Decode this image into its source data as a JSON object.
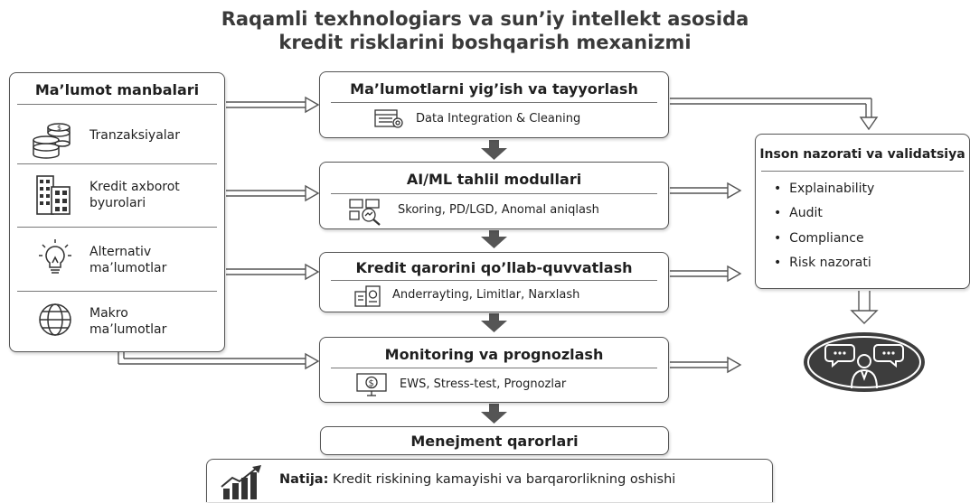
{
  "title": {
    "line1": "Raqamli texhnologiars va sun’iy intellekt asosida",
    "line2": "kredit risklarini boshqarish mexanizmi"
  },
  "sources": {
    "header": "Ma’lumot manbalari",
    "items": [
      {
        "label_1": "Tranzaksiyalar",
        "label_2": "",
        "icon": "coins-icon"
      },
      {
        "label_1": "Kredit axborot",
        "label_2": "byurolari",
        "icon": "buildings-icon"
      },
      {
        "label_1": "Alternativ",
        "label_2": "ma’lumotlar",
        "icon": "lightbulb-icon"
      },
      {
        "label_1": "Makro",
        "label_2": "ma’lumotlar",
        "icon": "globe-icon"
      }
    ]
  },
  "steps": [
    {
      "title": "Ma’lumotlarni yig’ish va tayyorlash",
      "detail": "Data Integration & Cleaning",
      "icon": "data-settings-icon"
    },
    {
      "title": "AI/ML tahlil modullari",
      "detail": "Skoring, PD/LGD, Anomal aniqlash",
      "icon": "analytics-search-icon"
    },
    {
      "title": "Kredit qarorini qo’llab-quvvatlash",
      "detail": "Anderrayting, Limitlar, Narxlash",
      "icon": "documents-icon"
    },
    {
      "title": "Monitoring va prognozlash",
      "detail": "EWS, Stress-test, Prognozlar",
      "icon": "monitor-dollar-icon"
    }
  ],
  "management": "Menejment qarorlari",
  "oversight": {
    "header": "Inson nazorati va validatsiya",
    "items": [
      "Explainability",
      "Audit",
      "Compliance",
      "Risk nazorati"
    ],
    "icon": "people-discussion-icon"
  },
  "result": {
    "label": "Natija:",
    "text": "Kredit riskining kamayishi va barqarorlikning oshishi",
    "icon": "growth-chart-icon"
  }
}
